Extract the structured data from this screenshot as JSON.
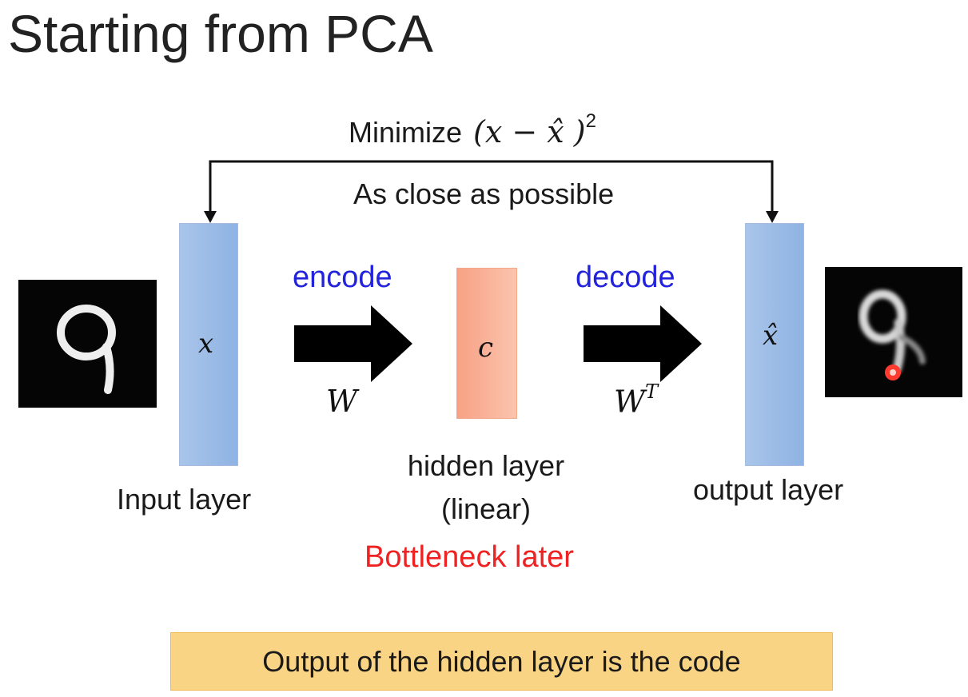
{
  "slide": {
    "title": "Starting from PCA",
    "minimize": {
      "label": "Minimize",
      "formula_lhs": "(x − x̂ )",
      "formula_exp": "2"
    },
    "feedback_note": "As close as possible",
    "encode_label": "encode",
    "decode_label": "decode",
    "encoder_weight": "W",
    "decoder_weight_base": "W",
    "decoder_weight_sup": "T",
    "input_layer": {
      "symbol": "x",
      "label": "Input layer"
    },
    "hidden_layer": {
      "symbol": "c",
      "label_line1": "hidden layer",
      "label_line2": "(linear)"
    },
    "output_layer": {
      "symbol": "x̂",
      "label": "output layer"
    },
    "bottleneck_note": "Bottleneck later",
    "summary": "Output of the hidden layer is the code"
  },
  "colors": {
    "layer_blue": "#9bbbe6",
    "hidden_orange": "#f9b398",
    "accent_blue_text": "#2323dd",
    "accent_red_text": "#ee2222",
    "summary_box": "#fad485",
    "arrow": "#000000"
  }
}
